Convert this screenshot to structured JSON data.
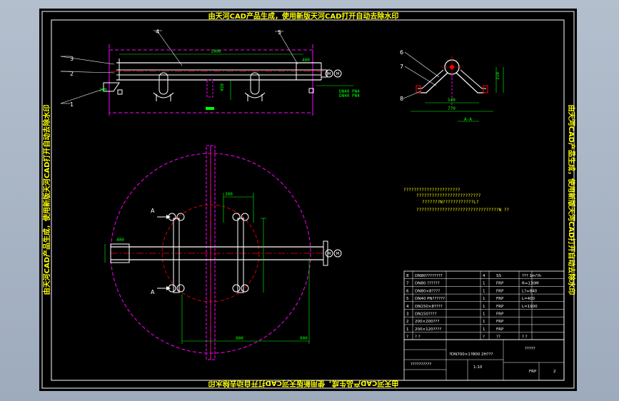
{
  "watermark": {
    "top": "由天河CAD产品生成，使用新版天河CAD打开自动去除水印",
    "bottom": "由天河CAD产品生成，使用新版天河CAD打开自动去除水印",
    "left": "由天河CAD产品生成，使用新版天河CAD打开自动去除水印",
    "right": "由天河CAD产品生成，使用新版天河CAD打开自动去除水印"
  },
  "callouts": {
    "c1": "1",
    "c2": "2",
    "c3": "3",
    "c4": "4",
    "c5": "5",
    "c6": "6",
    "c7": "7",
    "c8": "8"
  },
  "section_label": "A-A",
  "marks": {
    "a_top": "A",
    "a_bottom": "A"
  },
  "badges": {
    "m1": "M",
    "m2": "M",
    "m3": "M",
    "m4": "M"
  },
  "notes": {
    "line1": "??????????????????????",
    "line2": "?????????????????????????",
    "line3": "???????N????????????L?",
    "line4": "????????????????????????????????N ??"
  },
  "bom": {
    "rows": [
      {
        "no": "8",
        "name": "DN80????????",
        "qty": "4",
        "mat": "SS",
        "note": "??? 1m³/h"
      },
      {
        "no": "7",
        "name": "DN80 ??????",
        "qty": "1",
        "mat": "FRP",
        "note": "R=130M"
      },
      {
        "no": "6",
        "name": "DN80×8????",
        "qty": "1",
        "mat": "FRP",
        "note": "L?=840"
      },
      {
        "no": "5",
        "name": "DN40 PN??????",
        "qty": "1",
        "mat": "FRP",
        "note": "L=400"
      },
      {
        "no": "4",
        "name": "DN150×8????",
        "qty": "1",
        "mat": "FRP",
        "note": "L=1900"
      },
      {
        "no": "3",
        "name": "DN150????",
        "qty": "1",
        "mat": "FRP",
        "note": ""
      },
      {
        "no": "2",
        "name": "200×200???",
        "qty": "1",
        "mat": "FRP",
        "note": ""
      },
      {
        "no": "1",
        "name": "200×120????",
        "qty": "1",
        "mat": "FRP",
        "note": ""
      }
    ],
    "header": {
      "no": "?",
      "name": "? ?",
      "qty": "?",
      "mat": "??",
      "note": "? ?"
    }
  },
  "title_block": {
    "drawing_name": "?DN700×1?800 2H???",
    "project": "?????",
    "material": "FRP",
    "sheet": "2",
    "scale": "1:10",
    "small": "??????????"
  }
}
